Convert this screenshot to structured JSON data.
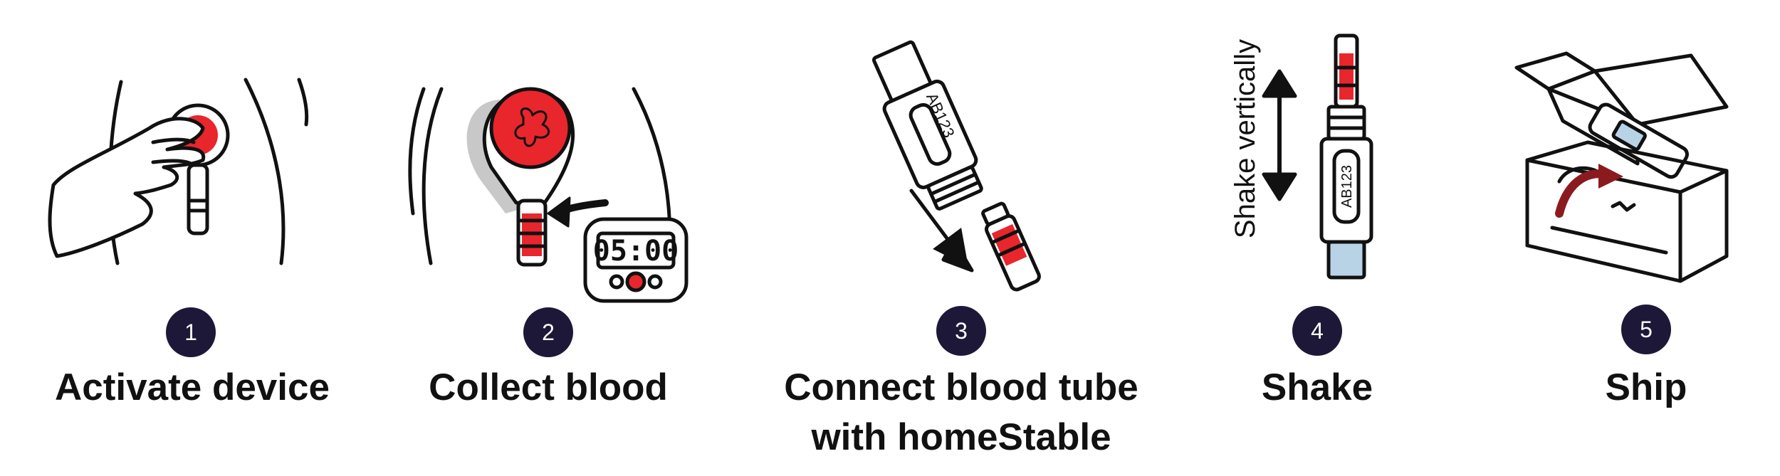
{
  "colors": {
    "accent_red": "#e8262c",
    "badge_navy": "#1d1838",
    "outline": "#111111",
    "tube_blue": "#b8d3e6",
    "arrow_maroon": "#8b1a1f"
  },
  "steps": [
    {
      "number": "1",
      "label": "Activate device",
      "icon": "hand-activating-device-icon"
    },
    {
      "number": "2",
      "label": "Collect blood",
      "icon": "blood-collection-device-icon",
      "timer": "05:00"
    },
    {
      "number": "3",
      "label": "Connect blood tube with homeStable",
      "icon": "connect-tube-icon",
      "tube_code": "AB123"
    },
    {
      "number": "4",
      "label": "Shake",
      "icon": "shake-tube-icon",
      "tube_code": "AB123",
      "instruction": "Shake vertically"
    },
    {
      "number": "5",
      "label": "Ship",
      "icon": "shipping-box-icon"
    }
  ]
}
